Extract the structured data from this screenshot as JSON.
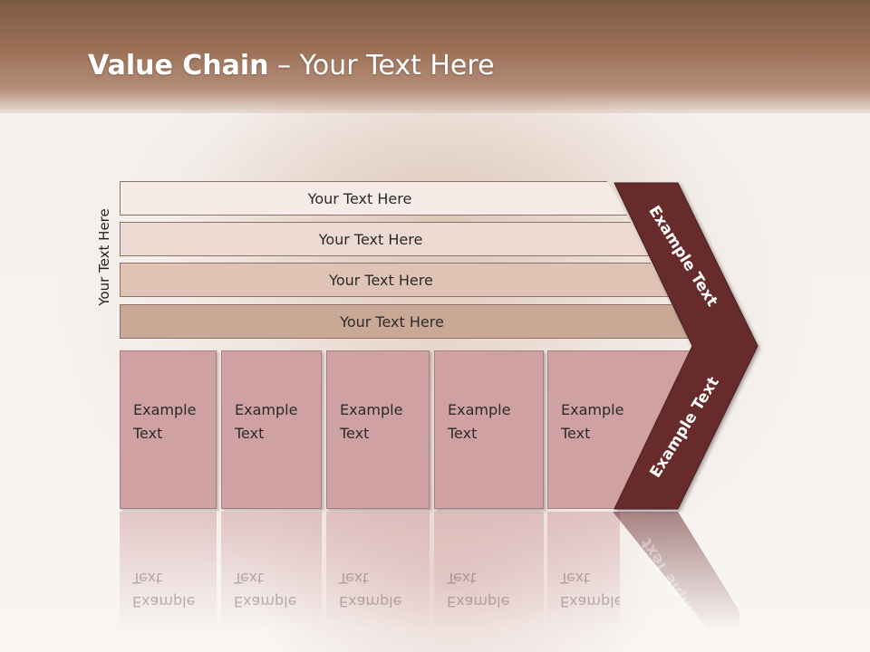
{
  "slide": {
    "title_bold": "Value Chain",
    "title_rest": " – Your Text Here",
    "side_label": "Your Text Here"
  },
  "stripes": [
    {
      "label": "Your Text Here"
    },
    {
      "label": "Your Text Here"
    },
    {
      "label": "Your Text Here"
    },
    {
      "label": "Your Text Here"
    }
  ],
  "boxes": [
    {
      "line1": "Example",
      "line2": "Text"
    },
    {
      "line1": "Example",
      "line2": "Text"
    },
    {
      "line1": "Example",
      "line2": "Text"
    },
    {
      "line1": "Example",
      "line2": "Text"
    },
    {
      "line1": "Example",
      "line2": "Text"
    }
  ],
  "chevron": {
    "upper_label": "Example Text",
    "lower_label": "Example Text",
    "reflection_label": "Example Text"
  },
  "colors": {
    "banner": "#9c7158",
    "chevron": "#682b2b",
    "box": "#d0a1a2"
  }
}
